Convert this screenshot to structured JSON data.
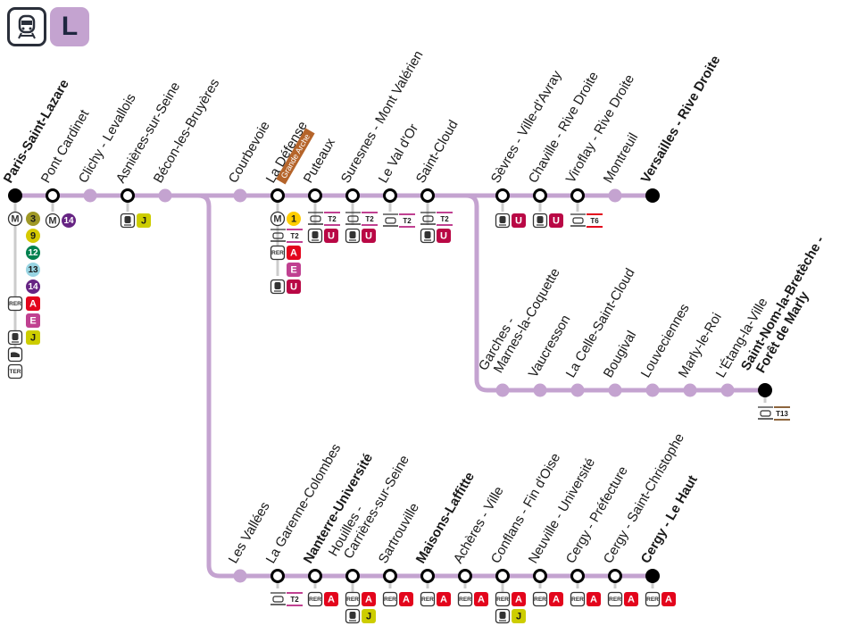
{
  "header": {
    "mode_icon": "train-icon",
    "line_label": "L",
    "line_color": "#c4a3d0"
  },
  "colors": {
    "line": "#c4a3d0",
    "connector": "#cccccc",
    "metro_3": "#9f9825",
    "metro_9": "#d5c900",
    "metro_12": "#00814f",
    "metro_13": "#98d4e2",
    "metro_14": "#662483",
    "metro_1": "#ffcd00",
    "rer_A": "#e3051c",
    "rer_E": "#c04191",
    "transilien_U": "#b90845",
    "transilien_J": "#cdcd00",
    "tram_T2": "#c04191",
    "tram_T6": "#e3051c",
    "tram_T13": "#8d653d",
    "grande_arche": "#b5642a"
  },
  "branches": {
    "main": {
      "stations": [
        {
          "name": "Paris-Saint-Lazare",
          "bold": true,
          "type": "terminus",
          "conn": [
            [
              "M",
              "3"
            ],
            [
              "",
              "9"
            ],
            [
              "",
              "12"
            ],
            [
              "",
              "13"
            ],
            [
              "",
              "14"
            ],
            [
              "RER",
              "A"
            ],
            [
              "",
              "E"
            ],
            [
              "TRAIN",
              "J"
            ],
            [
              "TGV",
              ""
            ],
            [
              "TER",
              ""
            ]
          ]
        },
        {
          "name": "Pont Cardinet",
          "type": "interchange",
          "conn": [
            [
              "M",
              "14"
            ]
          ]
        },
        {
          "name": "Clichy - Levallois",
          "type": "simple",
          "conn": []
        },
        {
          "name": "Asnières-sur-Seine",
          "type": "interchange",
          "conn": [
            [
              "TRAIN",
              "J"
            ]
          ]
        },
        {
          "name": "Bécon-les-Bruyères",
          "type": "simple",
          "conn": []
        },
        {
          "name": "Courbevoie",
          "type": "simple",
          "conn": []
        },
        {
          "name": "La Défense",
          "sub": "Grande Arche",
          "type": "interchange",
          "conn": [
            [
              "M",
              "1"
            ],
            [
              "TRAM",
              "T2"
            ],
            [
              "RER",
              "A"
            ],
            [
              "",
              "E"
            ],
            [
              "TRAIN",
              "U"
            ]
          ]
        },
        {
          "name": "Puteaux",
          "type": "interchange",
          "conn": [
            [
              "TRAM",
              "T2"
            ],
            [
              "TRAIN",
              "U"
            ]
          ]
        },
        {
          "name": "Suresnes - Mont Valérien",
          "type": "interchange",
          "conn": [
            [
              "TRAM",
              "T2"
            ],
            [
              "TRAIN",
              "U"
            ]
          ]
        },
        {
          "name": "Le Val d'Or",
          "type": "interchange",
          "conn": [
            [
              "TRAM",
              "T2"
            ]
          ]
        },
        {
          "name": "Saint-Cloud",
          "type": "interchange",
          "conn": [
            [
              "TRAM",
              "T2"
            ],
            [
              "TRAIN",
              "U"
            ]
          ]
        },
        {
          "name": "Sèvres - Ville-d'Avray",
          "type": "interchange",
          "conn": [
            [
              "TRAIN",
              "U"
            ]
          ]
        },
        {
          "name": "Chaville - Rive Droite",
          "type": "interchange",
          "conn": [
            [
              "TRAIN",
              "U"
            ]
          ]
        },
        {
          "name": "Viroflay - Rive Droite",
          "type": "interchange",
          "conn": [
            [
              "TRAM",
              "T6"
            ]
          ]
        },
        {
          "name": "Montreuil",
          "type": "simple",
          "conn": []
        },
        {
          "name": "Versailles - Rive Droite",
          "bold": true,
          "type": "terminus",
          "conn": []
        }
      ]
    },
    "saint_nom": {
      "stations": [
        {
          "name": "Garches - Marnes-la-Coquette",
          "lines": [
            "Garches -",
            "Marnes-la-Coquette"
          ],
          "type": "simple"
        },
        {
          "name": "Vaucresson",
          "type": "simple"
        },
        {
          "name": "La Celle-Saint-Cloud",
          "type": "simple"
        },
        {
          "name": "Bougival",
          "type": "simple"
        },
        {
          "name": "Louveciennes",
          "type": "simple"
        },
        {
          "name": "Marly-le-Roi",
          "type": "simple"
        },
        {
          "name": "L'Étang-la-Ville",
          "type": "simple"
        },
        {
          "name": "Saint-Nom-la-Bretèche - Forêt de Marly",
          "lines": [
            "Saint-Nom-la-Bretèche -",
            "Forêt de Marly"
          ],
          "bold": true,
          "type": "terminus",
          "conn": [
            [
              "TRAM",
              "T13"
            ]
          ]
        }
      ]
    },
    "cergy": {
      "stations": [
        {
          "name": "Les Vallées",
          "type": "simple",
          "conn": []
        },
        {
          "name": "La Garenne-Colombes",
          "type": "interchange",
          "conn": [
            [
              "TRAM",
              "T2"
            ]
          ]
        },
        {
          "name": "Nanterre-Université",
          "bold": true,
          "type": "interchange",
          "conn": [
            [
              "RER",
              "A"
            ]
          ]
        },
        {
          "name": "Houilles - Carrières-sur-Seine",
          "lines": [
            "Houilles -",
            "Carrières-sur-Seine"
          ],
          "type": "interchange",
          "conn": [
            [
              "RER",
              "A"
            ],
            [
              "TRAIN",
              "J"
            ]
          ]
        },
        {
          "name": "Sartrouville",
          "type": "interchange",
          "conn": [
            [
              "RER",
              "A"
            ]
          ]
        },
        {
          "name": "Maisons-Laffitte",
          "bold": true,
          "type": "interchange",
          "conn": [
            [
              "RER",
              "A"
            ]
          ]
        },
        {
          "name": "Achères - Ville",
          "type": "interchange",
          "conn": [
            [
              "RER",
              "A"
            ]
          ]
        },
        {
          "name": "Conflans - Fin d'Oise",
          "type": "interchange",
          "conn": [
            [
              "RER",
              "A"
            ],
            [
              "TRAIN",
              "J"
            ]
          ]
        },
        {
          "name": "Neuville - Université",
          "type": "interchange",
          "conn": [
            [
              "RER",
              "A"
            ]
          ]
        },
        {
          "name": "Cergy - Préfecture",
          "type": "interchange",
          "conn": [
            [
              "RER",
              "A"
            ]
          ]
        },
        {
          "name": "Cergy - Saint-Christophe",
          "type": "interchange",
          "conn": [
            [
              "RER",
              "A"
            ]
          ]
        },
        {
          "name": "Cergy - Le Haut",
          "bold": true,
          "type": "terminus",
          "conn": [
            [
              "RER",
              "A"
            ]
          ]
        }
      ]
    }
  }
}
